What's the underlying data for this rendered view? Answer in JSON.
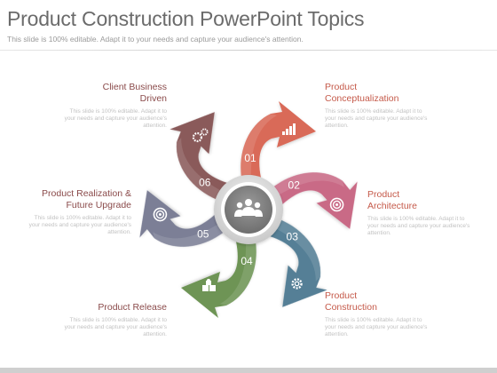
{
  "slide": {
    "title": "Product Construction PowerPoint Topics",
    "subtitle": "This slide is 100% editable. Adapt it to your needs and capture your audience's attention."
  },
  "steps": [
    {
      "num": "01",
      "head": "Product\nConceptualization",
      "desc": "This slide is 100% editable. Adapt it to your needs and capture your audience's attention.",
      "color": "#d96a58",
      "icon": "bar-chart-icon"
    },
    {
      "num": "02",
      "head": "Product\nArchitecture",
      "desc": "This slide is 100% editable. Adapt it to your needs and capture your audience's attention.",
      "color": "#c96a86",
      "icon": "target-icon"
    },
    {
      "num": "03",
      "head": "Product\nConstruction",
      "desc": "This slide is 100% editable. Adapt it to your needs and capture your audience's attention.",
      "color": "#557f96",
      "icon": "gear-icon"
    },
    {
      "num": "04",
      "head": "Product Release",
      "desc": "This slide is 100% editable. Adapt it to your needs and capture your audience's attention.",
      "color": "#6e9455",
      "icon": "puzzle-icon"
    },
    {
      "num": "05",
      "head": "Product Realization &\nFuture Upgrade",
      "desc": "This slide is 100% editable. Adapt it to your needs and capture your audience's attention.",
      "color": "#7c7f96",
      "icon": "target-icon"
    },
    {
      "num": "06",
      "head": "Client Business\nDriven",
      "desc": "This slide is 100% editable. Adapt it to your needs and capture your audience's attention.",
      "color": "#8a5a5a",
      "icon": "gears-icon"
    }
  ],
  "head_colors": {
    "right": "#c55a4a",
    "left": "#8a4a4a"
  },
  "center_icon": "people-group-icon"
}
